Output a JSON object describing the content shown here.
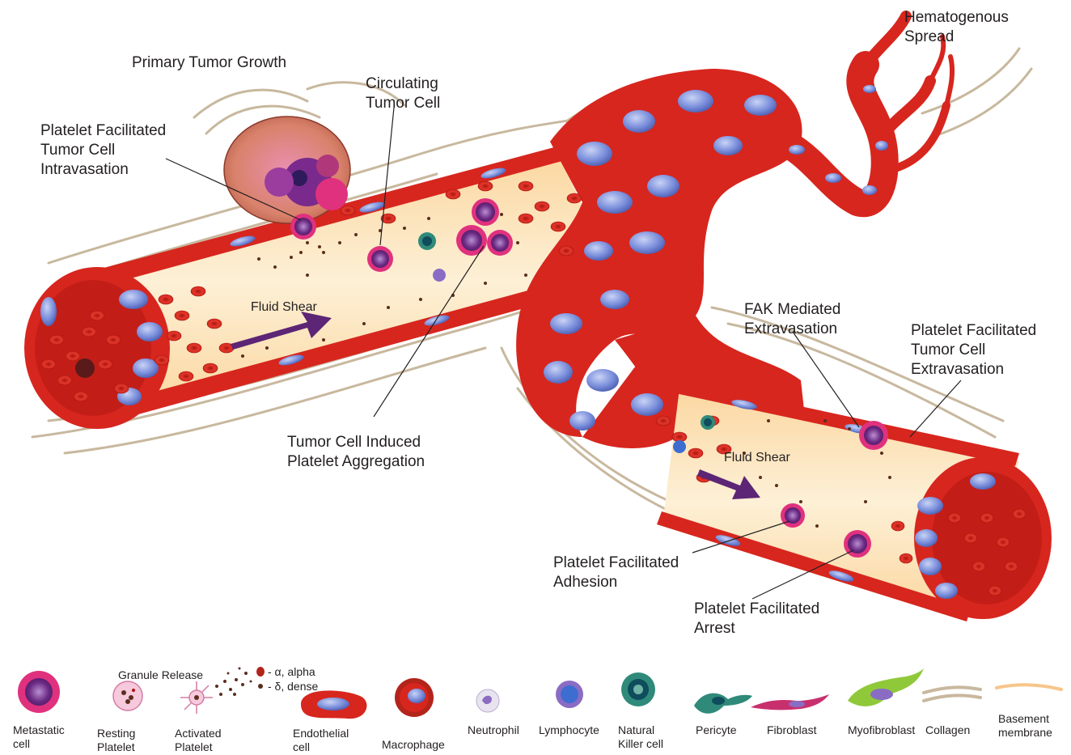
{
  "labels": {
    "hematogenous": "Hematogenous\nSpread",
    "primary_growth": "Primary Tumor Growth",
    "circulating": "Circulating\nTumor Cell",
    "intravasation": "Platelet Facilitated\nTumor Cell\nIntravasation",
    "fluid_shear_1": "Fluid Shear",
    "fluid_shear_2": "Fluid Shear",
    "aggregation": "Tumor Cell Induced\nPlatelet Aggregation",
    "fak": "FAK Mediated\nExtravasation",
    "extravasation": "Platelet Facilitated\nTumor Cell\nExtravasation",
    "adhesion": "Platelet Facilitated\nAdhesion",
    "arrest": "Platelet Facilitated\nArrest"
  },
  "legend": {
    "granule_release": "Granule Release",
    "alpha": "- α, alpha",
    "dense": "- δ, dense",
    "metastatic": "Metastatic\ncell",
    "resting_platelet": "Resting\nPlatelet",
    "activated_platelet": "Activated\nPlatelet",
    "endothelial": "Endothelial\ncell",
    "macrophage": "Macrophage",
    "neutrophil": "Neutrophil",
    "lymphocyte": "Lymphocyte",
    "nk_cell": "Natural\nKiller cell",
    "pericyte": "Pericyte",
    "fibroblast": "Fibroblast",
    "myofibroblast": "Myofibroblast",
    "collagen": "Collagen",
    "basement": "Basement\nmembrane"
  },
  "colors": {
    "vessel_wall": "#d7261e",
    "vessel_wall_dark": "#b51a14",
    "lumen": "#fce3b6",
    "nucleus": "#6b7fcf",
    "tumor_cell": "#6b2a83",
    "tumor_halo": "#e0317e",
    "collagen": "#c8b89e",
    "basement": "#f7c58a",
    "platelet_dot": "#5a2e1e"
  }
}
